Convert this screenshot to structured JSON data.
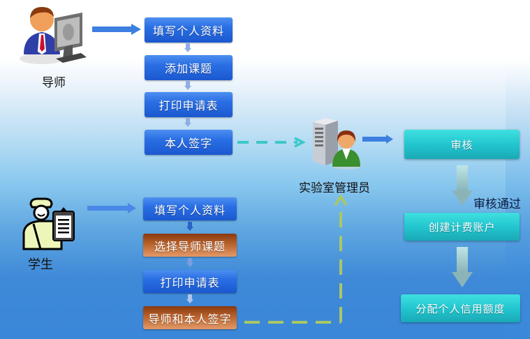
{
  "actors": {
    "teacher": {
      "label": "导师",
      "icon": "teacher-computer-icon"
    },
    "student": {
      "label": "学生",
      "icon": "student-clipboard-icon"
    },
    "admin": {
      "label": "实验室管理员",
      "icon": "admin-server-icon"
    }
  },
  "teacher_flow": [
    "填写个人资料",
    "添加课题",
    "打印申请表",
    "本人签字"
  ],
  "student_flow": [
    "填写个人资料",
    "选择导师课题",
    "打印申请表",
    "导师和本人签字"
  ],
  "admin_flow": {
    "review": "审核",
    "approved_label": "审核通过",
    "create_account": "创建计费账户",
    "allocate_credit": "分配个人信用额度"
  },
  "colors": {
    "blue_box": "#2a6ee4",
    "brown_box": "#b8622c",
    "teal_box": "#22c6cf",
    "teal_dash": "#3cc8c8",
    "green_dash": "#a8c864",
    "arrow_blue": "#3d7fe0"
  }
}
